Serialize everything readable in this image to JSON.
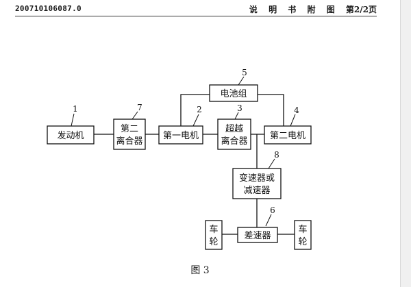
{
  "header": {
    "doc_number": "200710106087.0",
    "title_chars": [
      "说",
      "明",
      "书",
      "附",
      "图"
    ],
    "page_label": "第2/2页"
  },
  "diagram": {
    "caption": "图 3",
    "components": {
      "engine": {
        "label": "发动机",
        "ref": "1"
      },
      "second_clutch": {
        "line1": "第二",
        "line2": "离合器",
        "ref": "7"
      },
      "first_motor": {
        "label": "第一电机",
        "ref": "2"
      },
      "overrunning_clutch": {
        "line1": "超越",
        "line2": "离合器",
        "ref": "3"
      },
      "second_motor": {
        "label": "第二电机",
        "ref": "4"
      },
      "battery": {
        "label": "电池组",
        "ref": "5"
      },
      "transmission": {
        "line1": "变速器或",
        "line2": "减速器",
        "ref": "8"
      },
      "differential": {
        "label": "差速器",
        "ref": "6"
      },
      "wheel_left": {
        "line1": "车",
        "line2": "轮"
      },
      "wheel_right": {
        "line1": "车",
        "line2": "轮"
      }
    }
  }
}
